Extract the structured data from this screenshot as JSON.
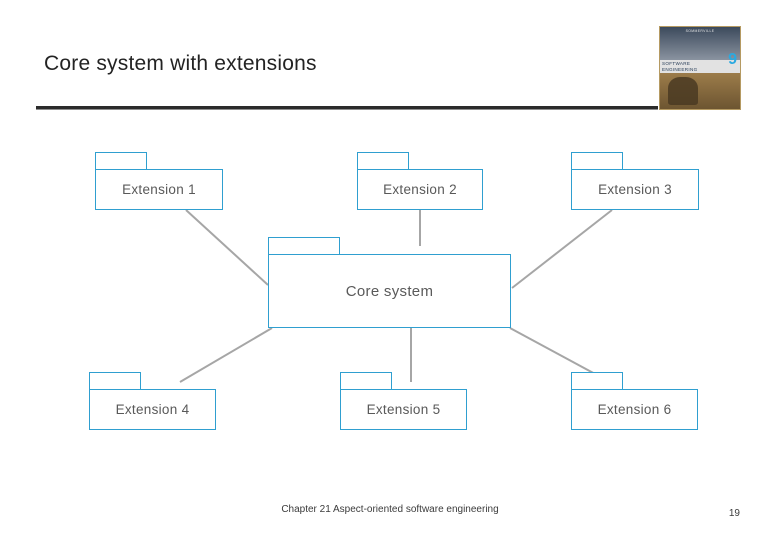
{
  "slide": {
    "title": "Core system with extensions",
    "footer_note": "Chapter 21 Aspect-oriented software engineering",
    "slide_number": "19",
    "accent_color": "#2f9fd0",
    "connector_color": "#a6a6a6",
    "text_color": "#595959"
  },
  "book_cover": {
    "top_text": "SOMMERVILLE",
    "title": "SOFTWARE ENGINEERING",
    "edition": "9"
  },
  "diagram": {
    "type": "package-diagram",
    "nodes": [
      {
        "id": "ext1",
        "label": "Extension 1"
      },
      {
        "id": "ext2",
        "label": "Extension 2"
      },
      {
        "id": "ext3",
        "label": "Extension 3"
      },
      {
        "id": "core",
        "label": "Core system"
      },
      {
        "id": "ext4",
        "label": "Extension 4"
      },
      {
        "id": "ext5",
        "label": "Extension 5"
      },
      {
        "id": "ext6",
        "label": "Extension 6"
      }
    ],
    "edges": [
      {
        "from": "ext1",
        "to": "core"
      },
      {
        "from": "ext2",
        "to": "core"
      },
      {
        "from": "ext3",
        "to": "core"
      },
      {
        "from": "ext4",
        "to": "core"
      },
      {
        "from": "ext5",
        "to": "core"
      },
      {
        "from": "ext6",
        "to": "core"
      }
    ]
  }
}
